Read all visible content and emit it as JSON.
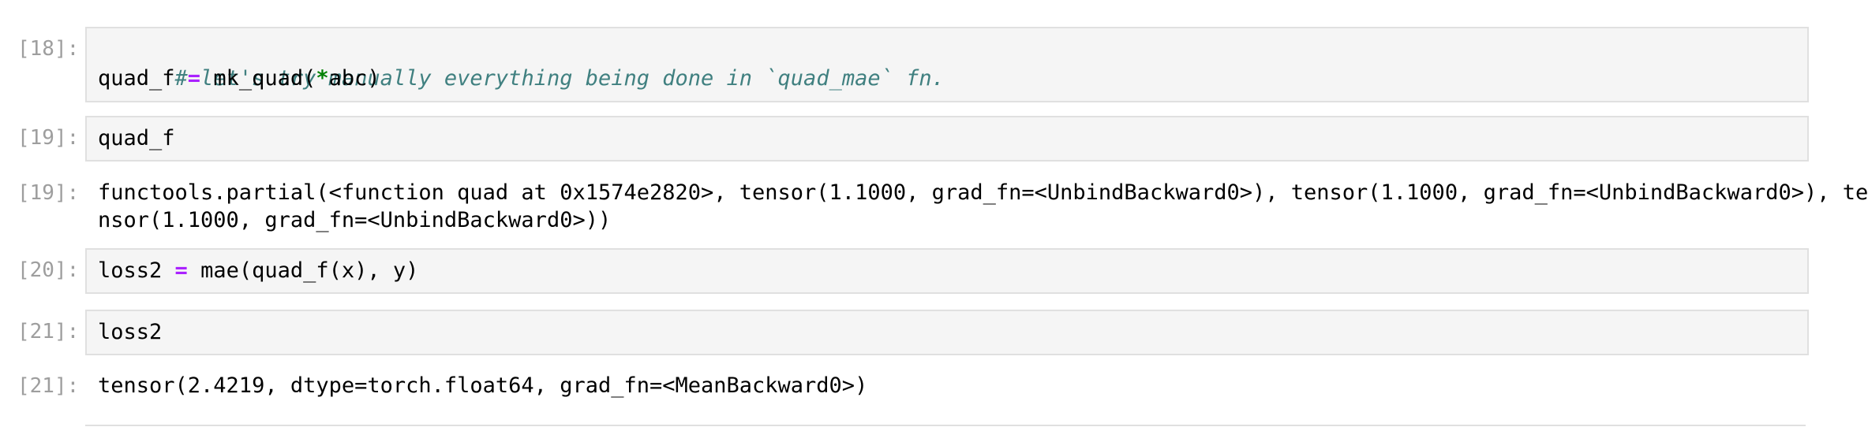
{
  "cells": [
    {
      "prompt": "[18]:",
      "comment": "# let's try manually everything being done in `quad_mae` fn.",
      "code_line2": {
        "lhs": "quad_f ",
        "op": "=",
        "mid": " mk_quad(",
        "star": "*",
        "rhs": "abc)"
      }
    },
    {
      "prompt": "[19]:",
      "code": "quad_f"
    },
    {
      "prompt": "[19]:",
      "output_line1": "functools.partial(<function quad at 0x1574e2820>, tensor(1.1000, grad_fn=<UnbindBackward0>), tensor(1.1000, grad_fn=<UnbindBackward0>), te",
      "output_line2": "nsor(1.1000, grad_fn=<UnbindBackward0>))"
    },
    {
      "prompt": "[20]:",
      "code": {
        "lhs": "loss2 ",
        "op": "=",
        "rhs": " mae(quad_f(x), y)"
      }
    },
    {
      "prompt": "[21]:",
      "code": "loss2"
    },
    {
      "prompt": "[21]:",
      "output": "tensor(2.4219, dtype=torch.float64, grad_fn=<MeanBackward0>)"
    }
  ]
}
